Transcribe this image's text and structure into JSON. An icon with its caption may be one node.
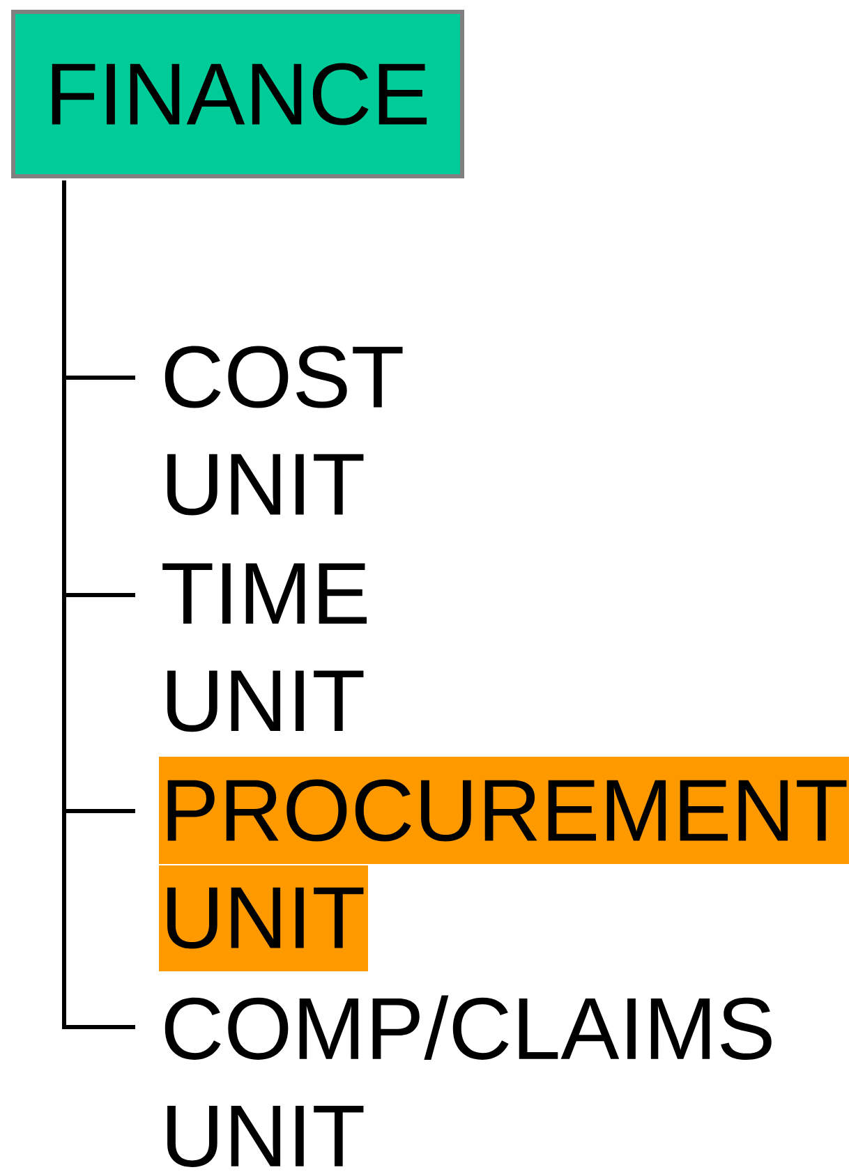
{
  "diagram": {
    "nodes": [
      {
        "text": [
          "FINANCE"
        ]
      },
      {
        "text": [
          "COST UNIT"
        ]
      },
      {
        "text": [
          "TIME UNIT"
        ]
      },
      {
        "text": [
          "PROCUREMENT UNIT"
        ]
      },
      {
        "text": [
          "COMP/CLAIMS UNIT"
        ]
      }
    ],
    "edges": [
      {
        "from": 0,
        "to": 1,
        "arrow": "none"
      },
      {
        "from": 0,
        "to": 2,
        "arrow": "none"
      },
      {
        "from": 0,
        "to": 3,
        "arrow": "none"
      },
      {
        "from": 0,
        "to": 4,
        "arrow": "none"
      }
    ]
  }
}
